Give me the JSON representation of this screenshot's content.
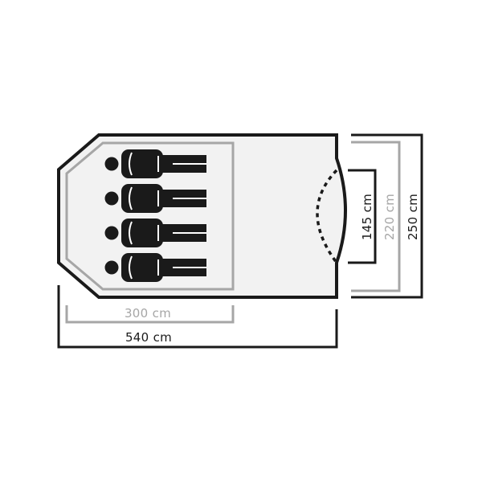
{
  "colors": {
    "outline": "#1a1a1a",
    "inner": "#a6a6a6",
    "fill": "#f2f2f2",
    "sleeper": "#1a1a1a"
  },
  "dimensions": {
    "inner_length": "300 cm",
    "total_length": "540 cm",
    "door_height": "145 cm",
    "inner_width": "220 cm",
    "total_width": "250 cm"
  },
  "occupancy": {
    "sleepers": 4
  }
}
